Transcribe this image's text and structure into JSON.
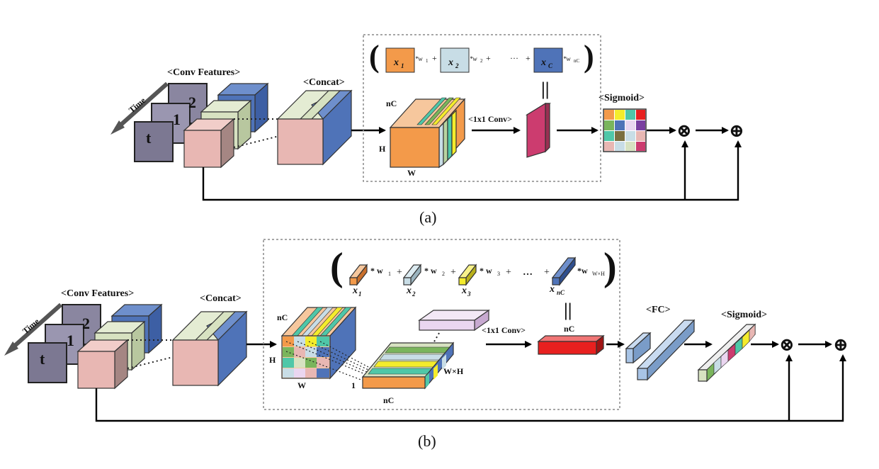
{
  "panel_a": {
    "conv_features": "<Conv Features>",
    "time": "Time",
    "frame_labels": [
      "2",
      "1",
      "t"
    ],
    "concat": "<Concat>",
    "sum_terms": [
      "x",
      "1",
      "*w",
      "1",
      "+",
      "x",
      "2",
      "*w",
      "2",
      "+",
      "···",
      "+",
      "x",
      "C",
      "*w",
      "nC"
    ],
    "equals": "||",
    "nc": "nC",
    "h": "H",
    "w": "W",
    "conv": "<1x1 Conv>",
    "sigmoid": "<Sigmoid>",
    "multiply": "⊗",
    "add": "⊕",
    "caption": "(a)"
  },
  "panel_b": {
    "conv_features": "<Conv Features>",
    "time": "Time",
    "frame_labels": [
      "2",
      "1",
      "t"
    ],
    "concat": "<Concat>",
    "x1": "x",
    "x1_sub": "1",
    "x2": "x",
    "x2_sub": "2",
    "x3": "x",
    "x3_sub": "3",
    "xn": "x",
    "xn_sub": "nC",
    "w1": "* w",
    "w1_sub": "1",
    "w2": "* w",
    "w2_sub": "2",
    "w3": "* w",
    "w3_sub": "3",
    "wn": "*w",
    "wn_sub": "W×H",
    "plus": "+",
    "ellipsis": "…",
    "equals": "||",
    "nc": "nC",
    "h": "H",
    "w": "W",
    "one": "1",
    "wxh": "W×H",
    "nc_bottom": "nC",
    "nc_conv": "nC",
    "conv": "<1x1 Conv>",
    "fc": "<FC>",
    "sigmoid": "<Sigmoid>",
    "multiply": "⊗",
    "add": "⊕",
    "caption": "(b)"
  },
  "colors": {
    "pink_cube": "#e8b7b3",
    "green_cube": "#d7e2c1",
    "blue_cube": "#4f73b8",
    "orange": "#f39a4a",
    "light_blue": "#c8dde6",
    "yellow": "#f4ec2c",
    "teal": "#4fc7a8",
    "red": "#e8201f",
    "magenta": "#cc3c6f",
    "lavender": "#ead6f0",
    "fc_blue": "#a8c4e6"
  }
}
